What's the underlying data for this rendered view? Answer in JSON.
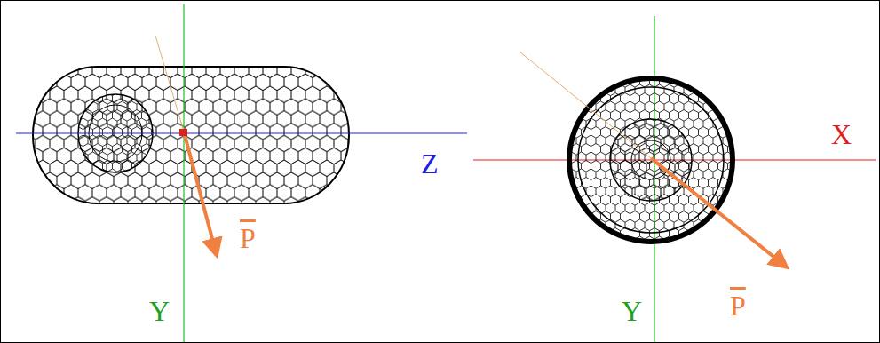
{
  "diagram": {
    "labels": [
      "Z",
      "Y",
      "P",
      "X",
      "Y",
      "P"
    ]
  }
}
